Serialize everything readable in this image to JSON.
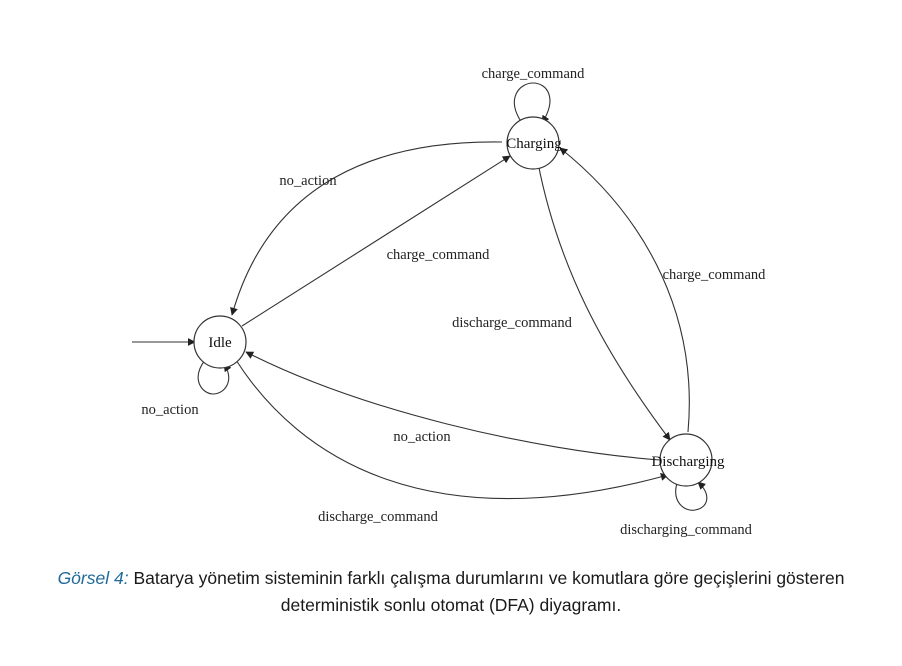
{
  "diagram": {
    "states": {
      "idle": "Idle",
      "charging": "Charging",
      "discharging": "Discharging"
    },
    "transitions": {
      "charging_self": "charge_command",
      "charging_to_idle": "no_action",
      "idle_to_charging": "charge_command",
      "charging_to_discharging": "discharge_command",
      "discharging_to_charging": "charge_command",
      "idle_self": "no_action",
      "discharging_to_idle": "no_action",
      "idle_to_discharging": "discharge_command",
      "discharging_self": "discharging_command"
    }
  },
  "caption": {
    "prefix": "Görsel 4:",
    "text": "Batarya yönetim sisteminin farklı çalışma durumlarını ve komutlara göre geçişlerini gösteren deterministik sonlu otomat (DFA) diyagramı."
  }
}
